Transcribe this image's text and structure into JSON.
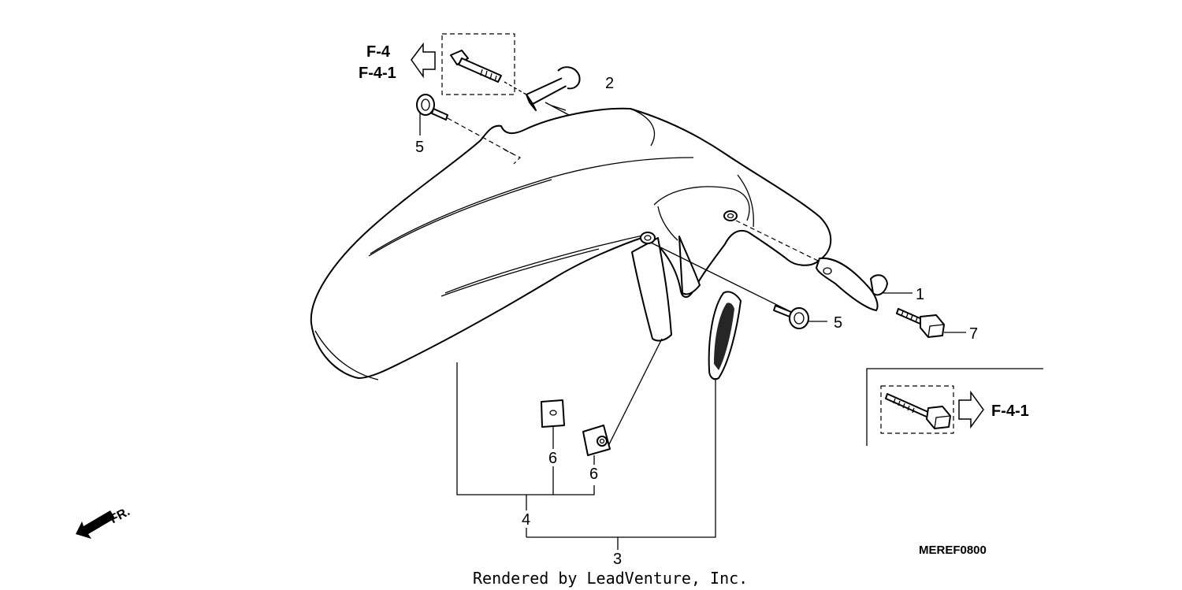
{
  "diagram": {
    "callouts": {
      "c1": "1",
      "c2": "2",
      "c3": "3",
      "c4": "4",
      "c5a": "5",
      "c5b": "5",
      "c6a": "6",
      "c6b": "6",
      "c7": "7"
    },
    "references": {
      "ref_top_line1": "F-4",
      "ref_top_line2": "F-4-1",
      "ref_right": "F-4-1"
    },
    "front_marker": "FR.",
    "diagram_code": "MEREF0800",
    "credit": "Rendered by LeadVenture, Inc."
  }
}
